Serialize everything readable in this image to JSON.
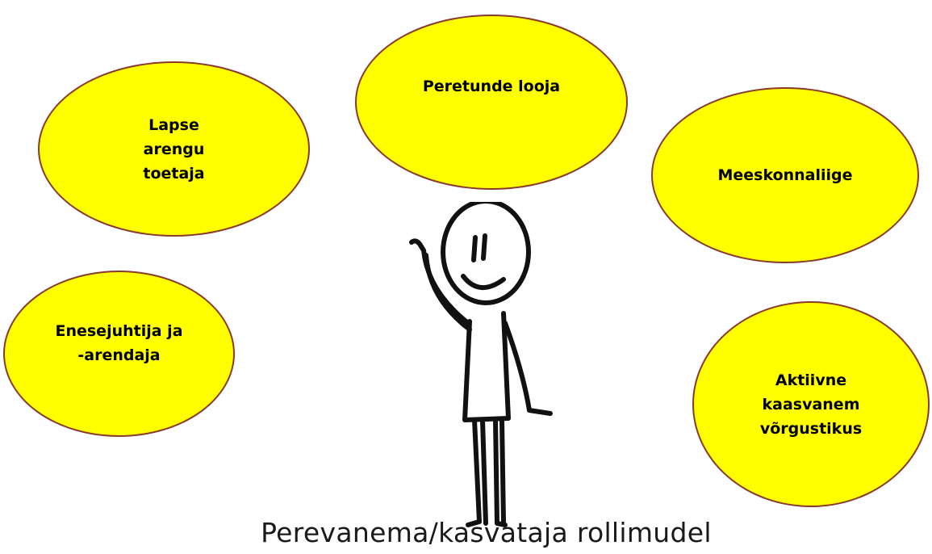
{
  "bubbles": {
    "lapse": "Lapse\narengu\ntoetaja",
    "peretunde": "Peretunde looja",
    "meeskond": "Meeskonnaliige",
    "enesejuht": "Enesejuhtija ja\n-arendaja",
    "aktiivne": "Aktiivne\nkaasvanem\nvõrgustikus"
  },
  "caption": "Perevanema/kasvataja rollimudel",
  "colors": {
    "bubble_fill": "#ffff00",
    "bubble_border": "#8a3a2a"
  }
}
